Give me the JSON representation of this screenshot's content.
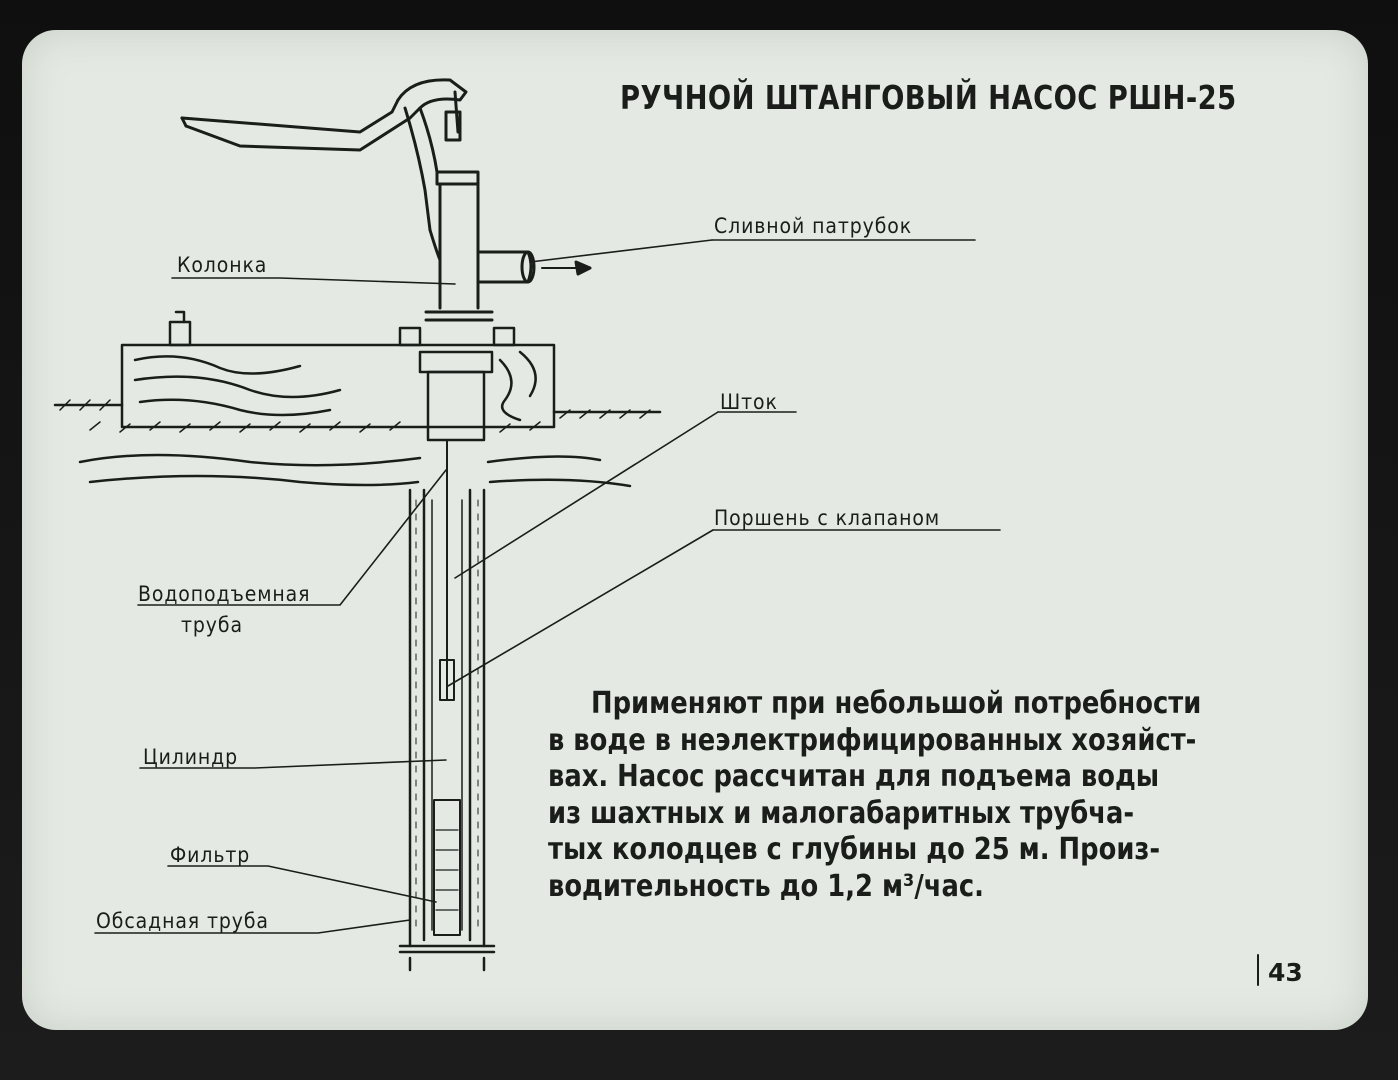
{
  "title": "РУЧНОЙ ШТАНГОВЫЙ НАСОС РШН-25",
  "labels": {
    "spout": "Сливной патрубок",
    "column": "Колонка",
    "rod": "Шток",
    "piston": "Поршень с клапаном",
    "riser_line1": "Водоподъемная",
    "riser_line2": "труба",
    "cylinder": "Цилиндр",
    "filter": "Фильтр",
    "casing": "Обсадная труба"
  },
  "description": {
    "lines": [
      "Применяют при небольшой потребности",
      "в воде в неэлектрифицированных хозяйст-",
      "вах. Насос рассчитан для подъема воды",
      "из шахтных и малогабаритных трубча-",
      "тых колодцев с глубины до 25 м. Произ-",
      "водительность до 1,2 м³/час."
    ]
  },
  "page_number": "43",
  "colors": {
    "background": "#e4eae3",
    "ink": "#1b1d1b",
    "frame": "#161616"
  }
}
